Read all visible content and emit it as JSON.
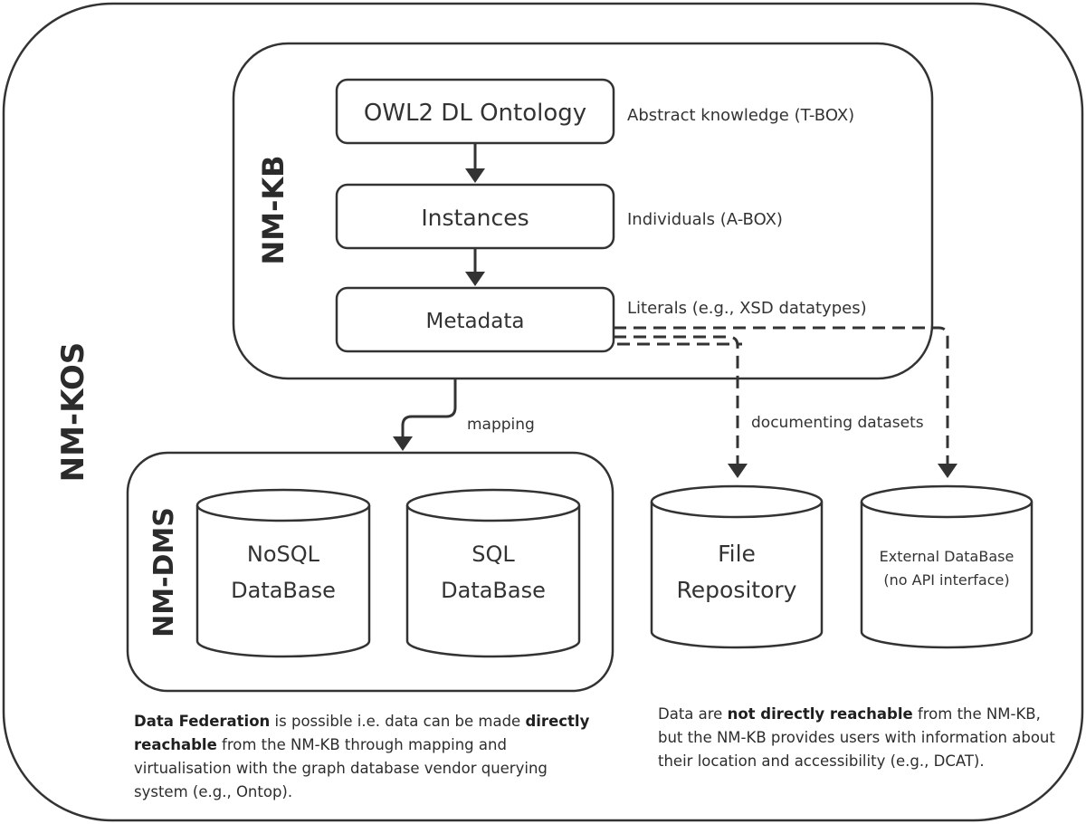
{
  "containers": {
    "nm_kos": "NM-KOS",
    "nm_kb": "NM-KB",
    "nm_dms": "NM-DMS"
  },
  "kb_boxes": {
    "ontology": "OWL2 DL Ontology",
    "instances": "Instances",
    "metadata": "Metadata"
  },
  "kb_descriptions": {
    "ontology": "Abstract knowledge (T-BOX)",
    "instances": "Individuals (A-BOX)",
    "metadata": "Literals (e.g., XSD datatypes)"
  },
  "edges": {
    "mapping": "mapping",
    "documenting": "documenting datasets"
  },
  "databases": {
    "nosql_line1": "NoSQL",
    "nosql_line2": "DataBase",
    "sql_line1": "SQL",
    "sql_line2": "DataBase",
    "file_line1": "File",
    "file_line2": "Repository",
    "external_line1": "External DataBase",
    "external_line2": "(no API interface)"
  },
  "notes": {
    "left": {
      "bold1": "Data Federation",
      "text1": " is possible i.e. data can be made ",
      "bold2": "directly reachable",
      "text2": " from the NM-KB through mapping and virtualisation with the graph database vendor querying system (e.g., Ontop)."
    },
    "right": {
      "text1": "Data are ",
      "bold1": "not directly reachable",
      "text2": " from the NM-KB, but the NM-KB provides users with information about their location and accessibility (e.g., DCAT)."
    }
  }
}
